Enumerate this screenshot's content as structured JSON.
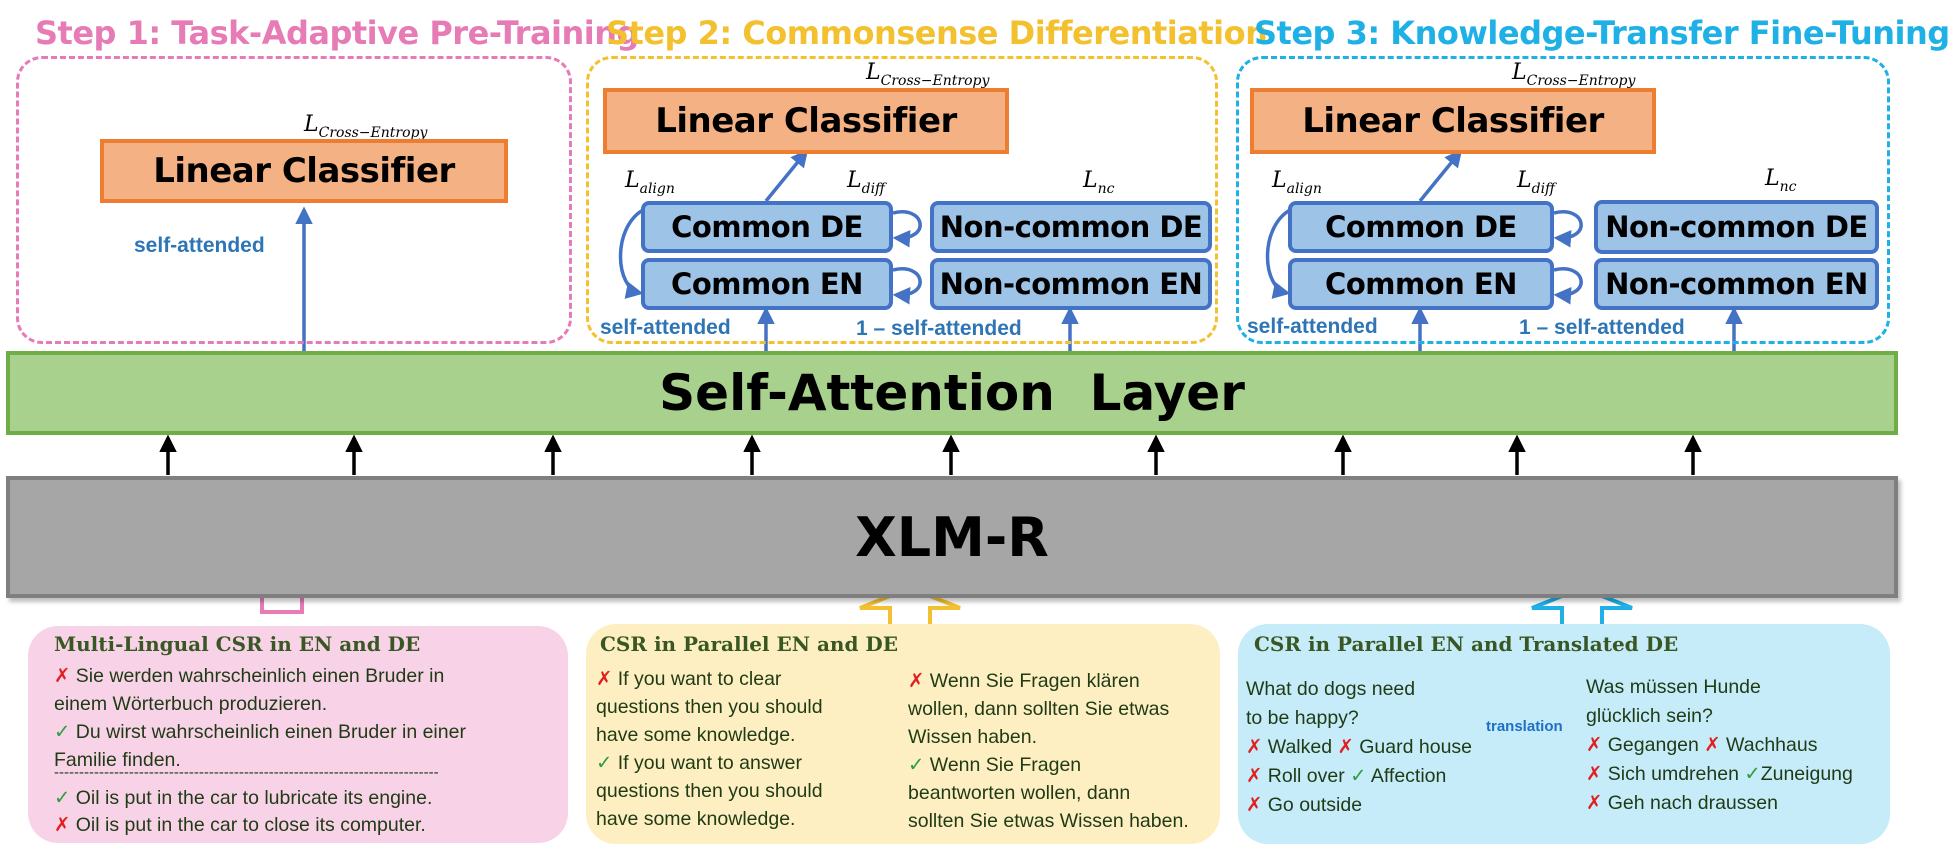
{
  "steps": {
    "step1": {
      "title": "Step 1: Task-Adaptive Pre-Training",
      "color": "#e67bb6"
    },
    "step2": {
      "title": "Step 2: Commonsense Differentiation",
      "color": "#f3c130"
    },
    "step3": {
      "title": "Step 3: Knowledge-Transfer Fine-Tuning",
      "color": "#1fb0e6"
    }
  },
  "labels": {
    "linear_classifier": "Linear Classifier",
    "loss_ce_main": "L",
    "loss_ce_sub": "Cross−Entropy",
    "loss_align_sub": "align",
    "loss_diff_sub": "diff",
    "loss_nc_sub": "nc",
    "common_de": "Common DE",
    "common_en": "Common EN",
    "noncommon_de": "Non-common DE",
    "noncommon_en": "Non-common EN",
    "self_attended": "self-attended",
    "one_minus_self_attended": "1 – self-attended",
    "self_attention_layer": "Self-Attention  Layer",
    "xlm_r": "XLM-R",
    "translation": "translation"
  },
  "colors": {
    "pink_panel": "#f8d3e8",
    "yellow_panel": "#fdefc2",
    "blue_panel": "#c6ecfa",
    "sa_fill": "#a9d18e",
    "sa_border": "#70ad47",
    "xlm_fill": "#a6a6a6",
    "xlm_border": "#7f7f7f",
    "arrow_blue": "#4472c4",
    "arrow_green": "#375623"
  },
  "panels": {
    "p1": {
      "title": "Multi-Lingual CSR in EN and DE",
      "l1a": "Sie werden wahrscheinlich einen Bruder in",
      "l1b": "einem Wörterbuch produzieren.",
      "l2a": "Du wirst wahrscheinlich einen Bruder in einer",
      "l2b": "Familie finden.",
      "sep": "-----------------------------------------------------------------------------",
      "l3": "Oil is put in the car to lubricate its engine.",
      "l4": "Oil is put in the car to close its computer."
    },
    "p2": {
      "title": "CSR in Parallel EN and DE",
      "en1a": "If you want to clear",
      "en1b": "questions then you should",
      "en1c": "have some knowledge.",
      "en2a": "If you want to answer",
      "en2b": "questions then you should",
      "en2c": "have some knowledge.",
      "de1a": "Wenn Sie Fragen klären",
      "de1b": "wollen, dann sollten Sie etwas",
      "de1c": "Wissen haben.",
      "de2a": "Wenn Sie Fragen",
      "de2b": "beantworten wollen, dann",
      "de2c": "sollten Sie etwas Wissen haben."
    },
    "p3": {
      "title": "CSR in Parallel EN and Translated DE",
      "q_en_a": "What do dogs need",
      "q_en_b": "to be happy?",
      "q_de_a": "Was müssen Hunde",
      "q_de_b": "glücklich sein?",
      "e1": "Walked",
      "e2": "Guard house",
      "e3": "Roll over",
      "e4": "Affection",
      "e5": "Go outside",
      "d1": "Gegangen",
      "d2": "Wachhaus",
      "d3": "Sich umdrehen",
      "d4": "Zuneigung",
      "d5": "Geh nach draussen"
    }
  },
  "icons": {
    "cross": "✗",
    "check": "✓"
  }
}
